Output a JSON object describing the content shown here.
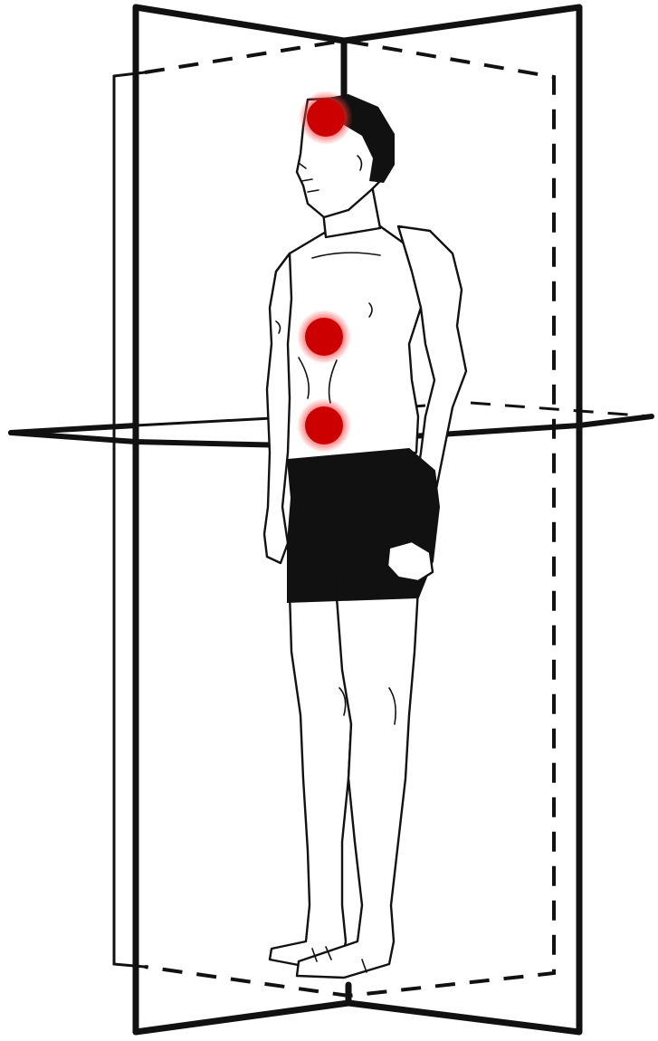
{
  "figure": {
    "subject": "standing-human-figure",
    "planes": [
      "sagittal-plane",
      "frontal-plane",
      "transverse-plane"
    ]
  },
  "markers": [
    {
      "name": "head-marker",
      "color": "#cc0000"
    },
    {
      "name": "chest-marker",
      "color": "#cc0000"
    },
    {
      "name": "abdomen-marker",
      "color": "#cc0000"
    }
  ],
  "colors": {
    "line": "#111111",
    "background": "#ffffff",
    "marker": "#cc0000",
    "marker_glow": "#ff5555"
  }
}
